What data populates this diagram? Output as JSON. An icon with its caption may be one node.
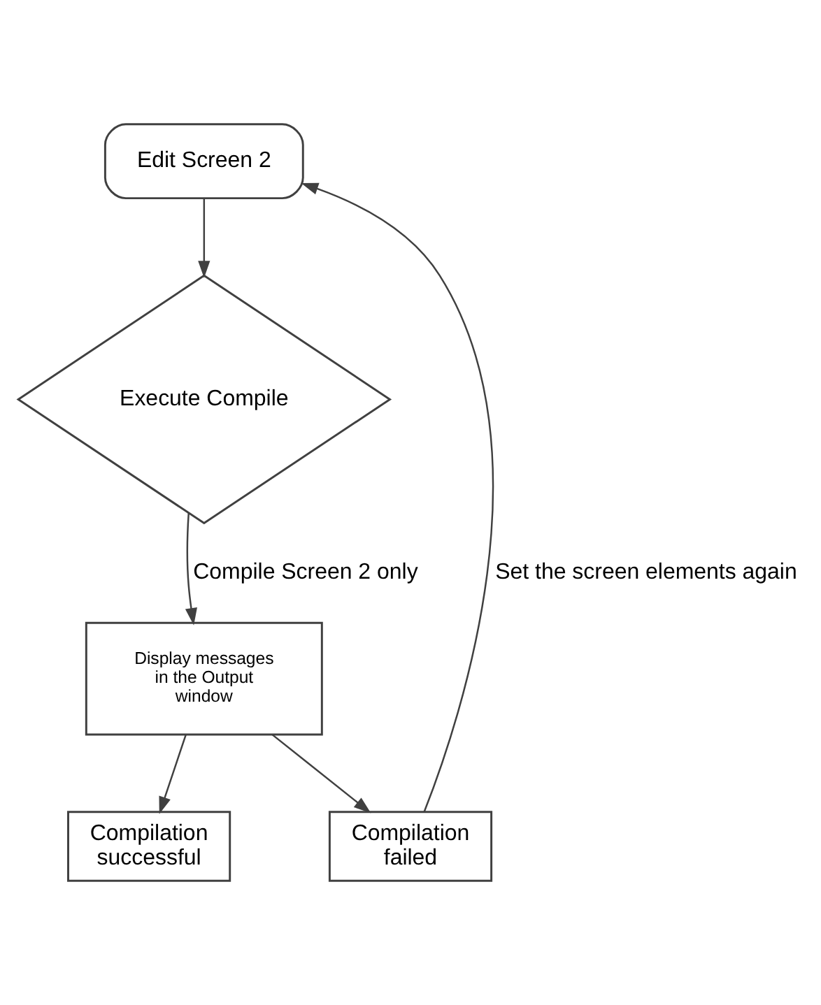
{
  "diagram": {
    "nodes": [
      {
        "text": [
          "Edit Screen 2"
        ]
      },
      {
        "text": [
          "Execute Compile"
        ]
      },
      {
        "text": [
          "Display messages in the Output window"
        ]
      },
      {
        "text": [
          "Compilation successful"
        ]
      },
      {
        "text": [
          "Compilation failed"
        ]
      }
    ],
    "edges": [
      {
        "from": 0,
        "to": 1,
        "arrow": "to"
      },
      {
        "from": 1,
        "to": 2,
        "arrow": "to",
        "label": "Compile Screen 2 only"
      },
      {
        "from": 2,
        "to": 3,
        "arrow": "to"
      },
      {
        "from": 2,
        "to": 4,
        "arrow": "to"
      },
      {
        "from": 4,
        "to": 0,
        "arrow": "to",
        "label": "Set the screen elements again"
      }
    ]
  }
}
